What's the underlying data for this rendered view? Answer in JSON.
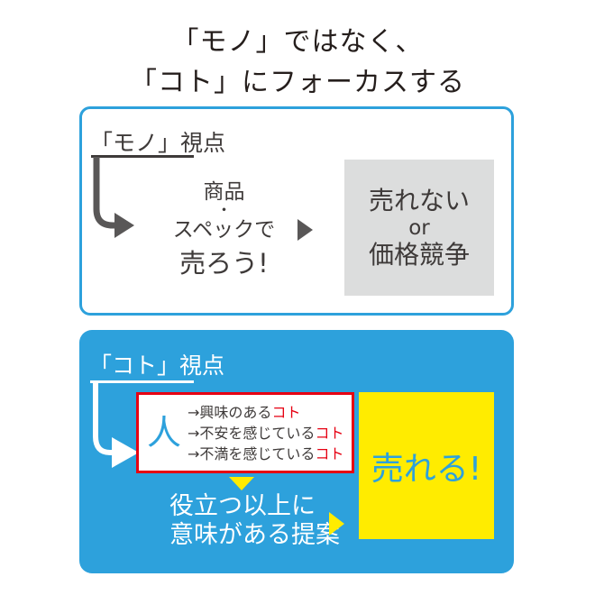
{
  "title": {
    "line1": "「モノ」ではなく、",
    "line2": "「コト」にフォーカスする"
  },
  "mono_section": {
    "label": "「モノ」視点",
    "approach": {
      "line1": "商品",
      "dot": "・",
      "line2": "スペックで",
      "line3": "売ろう!"
    },
    "result": {
      "line1": "売れない",
      "line2": "or",
      "line3": "価格競争"
    }
  },
  "koto_section": {
    "label": "「コト」視点",
    "person": "人",
    "needs": [
      {
        "prefix": "→興味のある",
        "highlight": "コト"
      },
      {
        "prefix": "→不安を感じている",
        "highlight": "コト"
      },
      {
        "prefix": "→不満を感じている",
        "highlight": "コト"
      }
    ],
    "proposal": {
      "line1": "役立つ以上に",
      "line2": "意味がある提案"
    },
    "result": "売れる!"
  },
  "colors": {
    "blue": "#2da1dc",
    "yellow": "#ffec00",
    "red": "#e60012",
    "gray_box": "#dcdddd",
    "dark_text": "#3e3a39",
    "arrow_gray": "#595757",
    "title_text": "#251e1c"
  }
}
